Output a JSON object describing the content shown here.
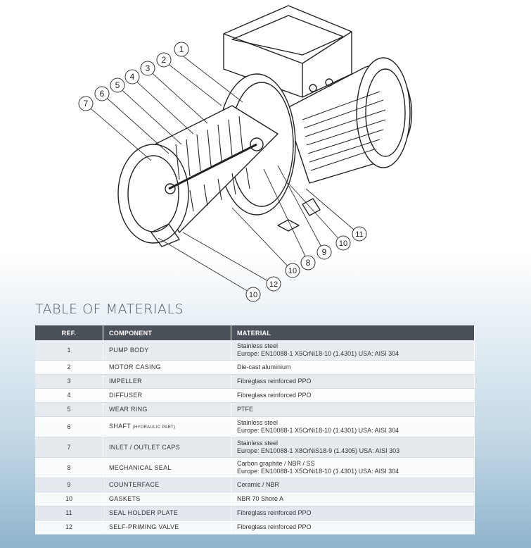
{
  "title": "TABLE OF MATERIALS",
  "callouts": [
    "1",
    "2",
    "3",
    "4",
    "5",
    "6",
    "7",
    "8",
    "9",
    "10",
    "10",
    "10",
    "11",
    "12"
  ],
  "table": {
    "headers": [
      "REF.",
      "COMPONENT",
      "MATERIAL"
    ],
    "rows": [
      {
        "ref": "1",
        "component": "PUMP BODY",
        "component_note": "",
        "material": [
          "Stainless steel",
          "Europe: EN10088-1 X5CrNi18-10 (1.4301) USA: AISI 304"
        ]
      },
      {
        "ref": "2",
        "component": "MOTOR CASING",
        "component_note": "",
        "material": [
          "Die-cast aluminium"
        ]
      },
      {
        "ref": "3",
        "component": "IMPELLER",
        "component_note": "",
        "material": [
          "Fibreglass reinforced PPO"
        ]
      },
      {
        "ref": "4",
        "component": "DIFFUSER",
        "component_note": "",
        "material": [
          "Fibreglass reinforced PPO"
        ]
      },
      {
        "ref": "5",
        "component": "WEAR RING",
        "component_note": "",
        "material": [
          "PTFE"
        ]
      },
      {
        "ref": "6",
        "component": "SHAFT",
        "component_note": "(HYDRAULIC PART)",
        "material": [
          "Stainless steel",
          "Europe: EN10088-1 X5CrNi18-10 (1.4301) USA: AISI 304"
        ]
      },
      {
        "ref": "7",
        "component": "INLET / OUTLET CAPS",
        "component_note": "",
        "material": [
          "Stainless steel",
          "Europe: EN10088-1 X8CrNiS18-9 (1.4305) USA: AISI 303"
        ]
      },
      {
        "ref": "8",
        "component": "MECHANICAL SEAL",
        "component_note": "",
        "material": [
          "Carbon graphite / NBR / SS",
          "Europe: EN10088-1 X5CrNi18-10 (1.4301) USA: AISI 304"
        ]
      },
      {
        "ref": "9",
        "component": "COUNTERFACE",
        "component_note": "",
        "material": [
          "Ceramic / NBR"
        ]
      },
      {
        "ref": "10",
        "component": "GASKETS",
        "component_note": "",
        "material": [
          "NBR 70 Shore A"
        ]
      },
      {
        "ref": "11",
        "component": "SEAL HOLDER PLATE",
        "component_note": "",
        "material": [
          "Fibreglass reinforced PPO"
        ]
      },
      {
        "ref": "12",
        "component": "SELF-PRIMING VALVE",
        "component_note": "",
        "material": [
          "Fibreglass reinforced PPO"
        ]
      }
    ]
  }
}
